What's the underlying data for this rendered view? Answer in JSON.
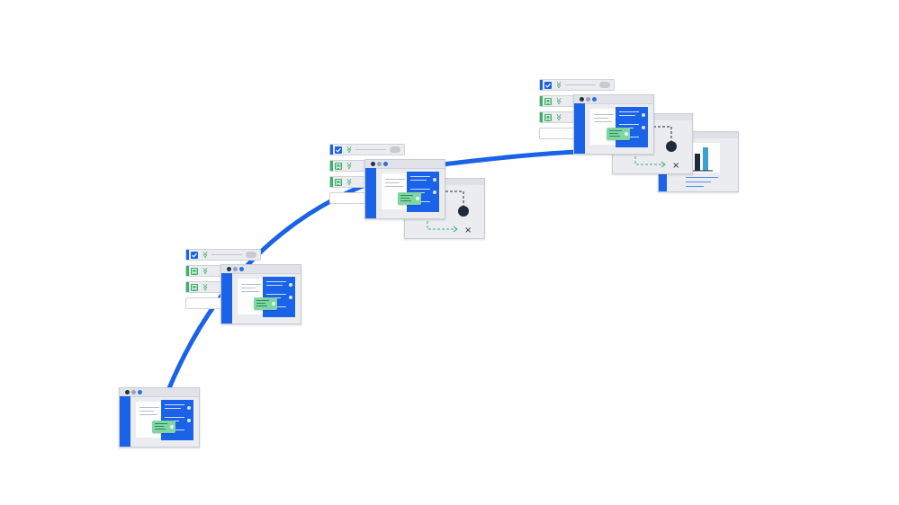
{
  "diagram": {
    "stages": [
      {
        "id": "stage-1",
        "components": [
          "window"
        ]
      },
      {
        "id": "stage-2",
        "components": [
          "checklist",
          "window"
        ]
      },
      {
        "id": "stage-3",
        "components": [
          "checklist",
          "window",
          "flow"
        ]
      },
      {
        "id": "stage-4",
        "components": [
          "checklist",
          "window",
          "flow",
          "report"
        ]
      }
    ],
    "checklist_rows": [
      "checked",
      "bookmark",
      "bookmark",
      "empty"
    ],
    "flow_end_symbol": "×",
    "chevron_glyph": "≫",
    "colors": {
      "curve": "#1a63e8",
      "primary_blue": "#1a63e8",
      "green": "#3fae6b",
      "green_bubble": "#7fd6a3",
      "window_gray": "#ebecf0",
      "navy_node": "#1f2a3c",
      "chart_teal": "#3ba3c9"
    },
    "icons": [
      "checkbox-icon",
      "bookmark-icon",
      "chevron-icon",
      "toggle-icon",
      "window-dots-icon",
      "close-x-icon",
      "bar-chart-icon"
    ]
  }
}
